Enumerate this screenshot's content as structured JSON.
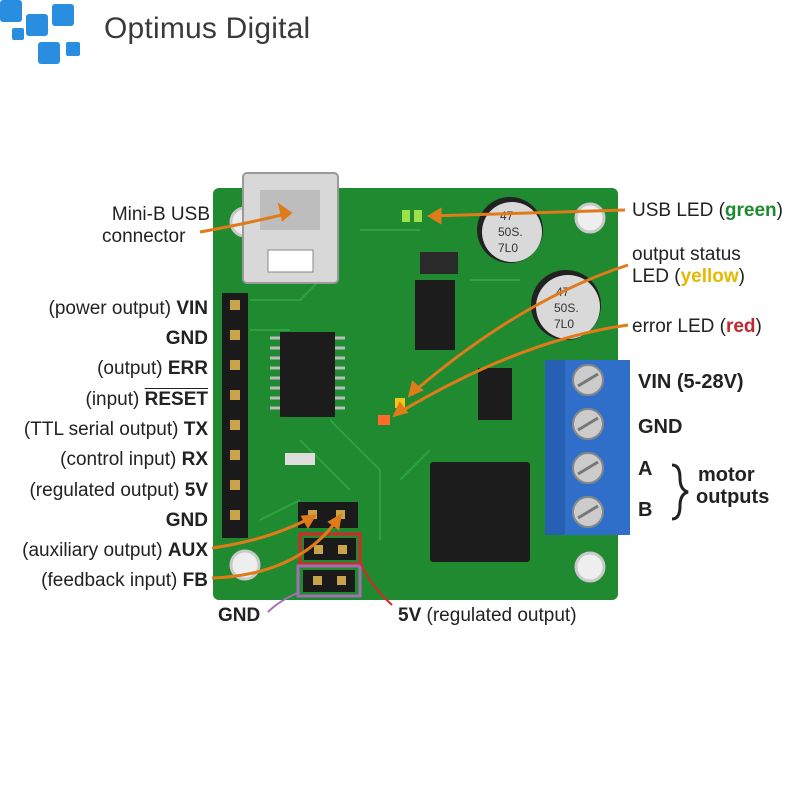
{
  "brand": {
    "name": "Optimus Digital"
  },
  "labels": {
    "usb_connector": [
      "Mini-B USB",
      "connector"
    ],
    "usb_led": {
      "text": "USB LED (",
      "color": "green",
      "close": ")"
    },
    "output_led": {
      "line1": "output status",
      "text": "LED (",
      "color": "yellow",
      "close": ")"
    },
    "error_led": {
      "text": "error LED (",
      "color": "red",
      "close": ")"
    },
    "vin": "VIN (5-28V)",
    "gnd_right": "GND",
    "a": "A",
    "b": "B",
    "motor": [
      "motor",
      "outputs"
    ],
    "aux_header_gnd": "GND",
    "aux_5v": {
      "bold": "5V",
      "rest": " (regulated output)"
    }
  },
  "pins": [
    {
      "pre": "(power output) ",
      "name": "VIN"
    },
    {
      "pre": "",
      "name": "GND"
    },
    {
      "pre": "(output) ",
      "name": "ERR"
    },
    {
      "pre": "(input) ",
      "name": "RESET"
    },
    {
      "pre": "(TTL serial output) ",
      "name": "TX"
    },
    {
      "pre": "(control input) ",
      "name": "RX"
    },
    {
      "pre": "(regulated output) ",
      "name": "5V"
    },
    {
      "pre": "",
      "name": "GND"
    },
    {
      "pre": "(auxiliary output) ",
      "name": "AUX"
    },
    {
      "pre": "(feedback input) ",
      "name": "FB"
    }
  ],
  "colors": {
    "board": "#1f8a2f",
    "arrow": "#e07b1a",
    "terminal": "#2f6fc9",
    "logo": "#2a8ee0"
  }
}
